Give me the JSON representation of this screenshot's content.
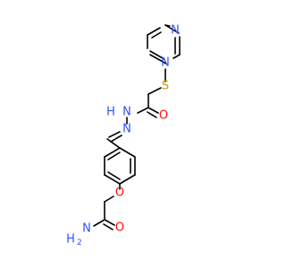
{
  "molecule": {
    "atom_labels": {
      "n_ring_top": "N",
      "n_ring_bottom": "N",
      "s": "S",
      "o_amide1": "O",
      "n_hydrazide": "N",
      "h_hydrazide": "H",
      "n_imine": "N",
      "o_ether": "O",
      "o_amide2": "O",
      "n_amine": "N",
      "h_amine": "H",
      "h_amine_count": "2"
    },
    "colors": {
      "bond": "#000000",
      "N": "#3050F8",
      "O": "#FF0D0D",
      "S": "#C8A000"
    }
  }
}
